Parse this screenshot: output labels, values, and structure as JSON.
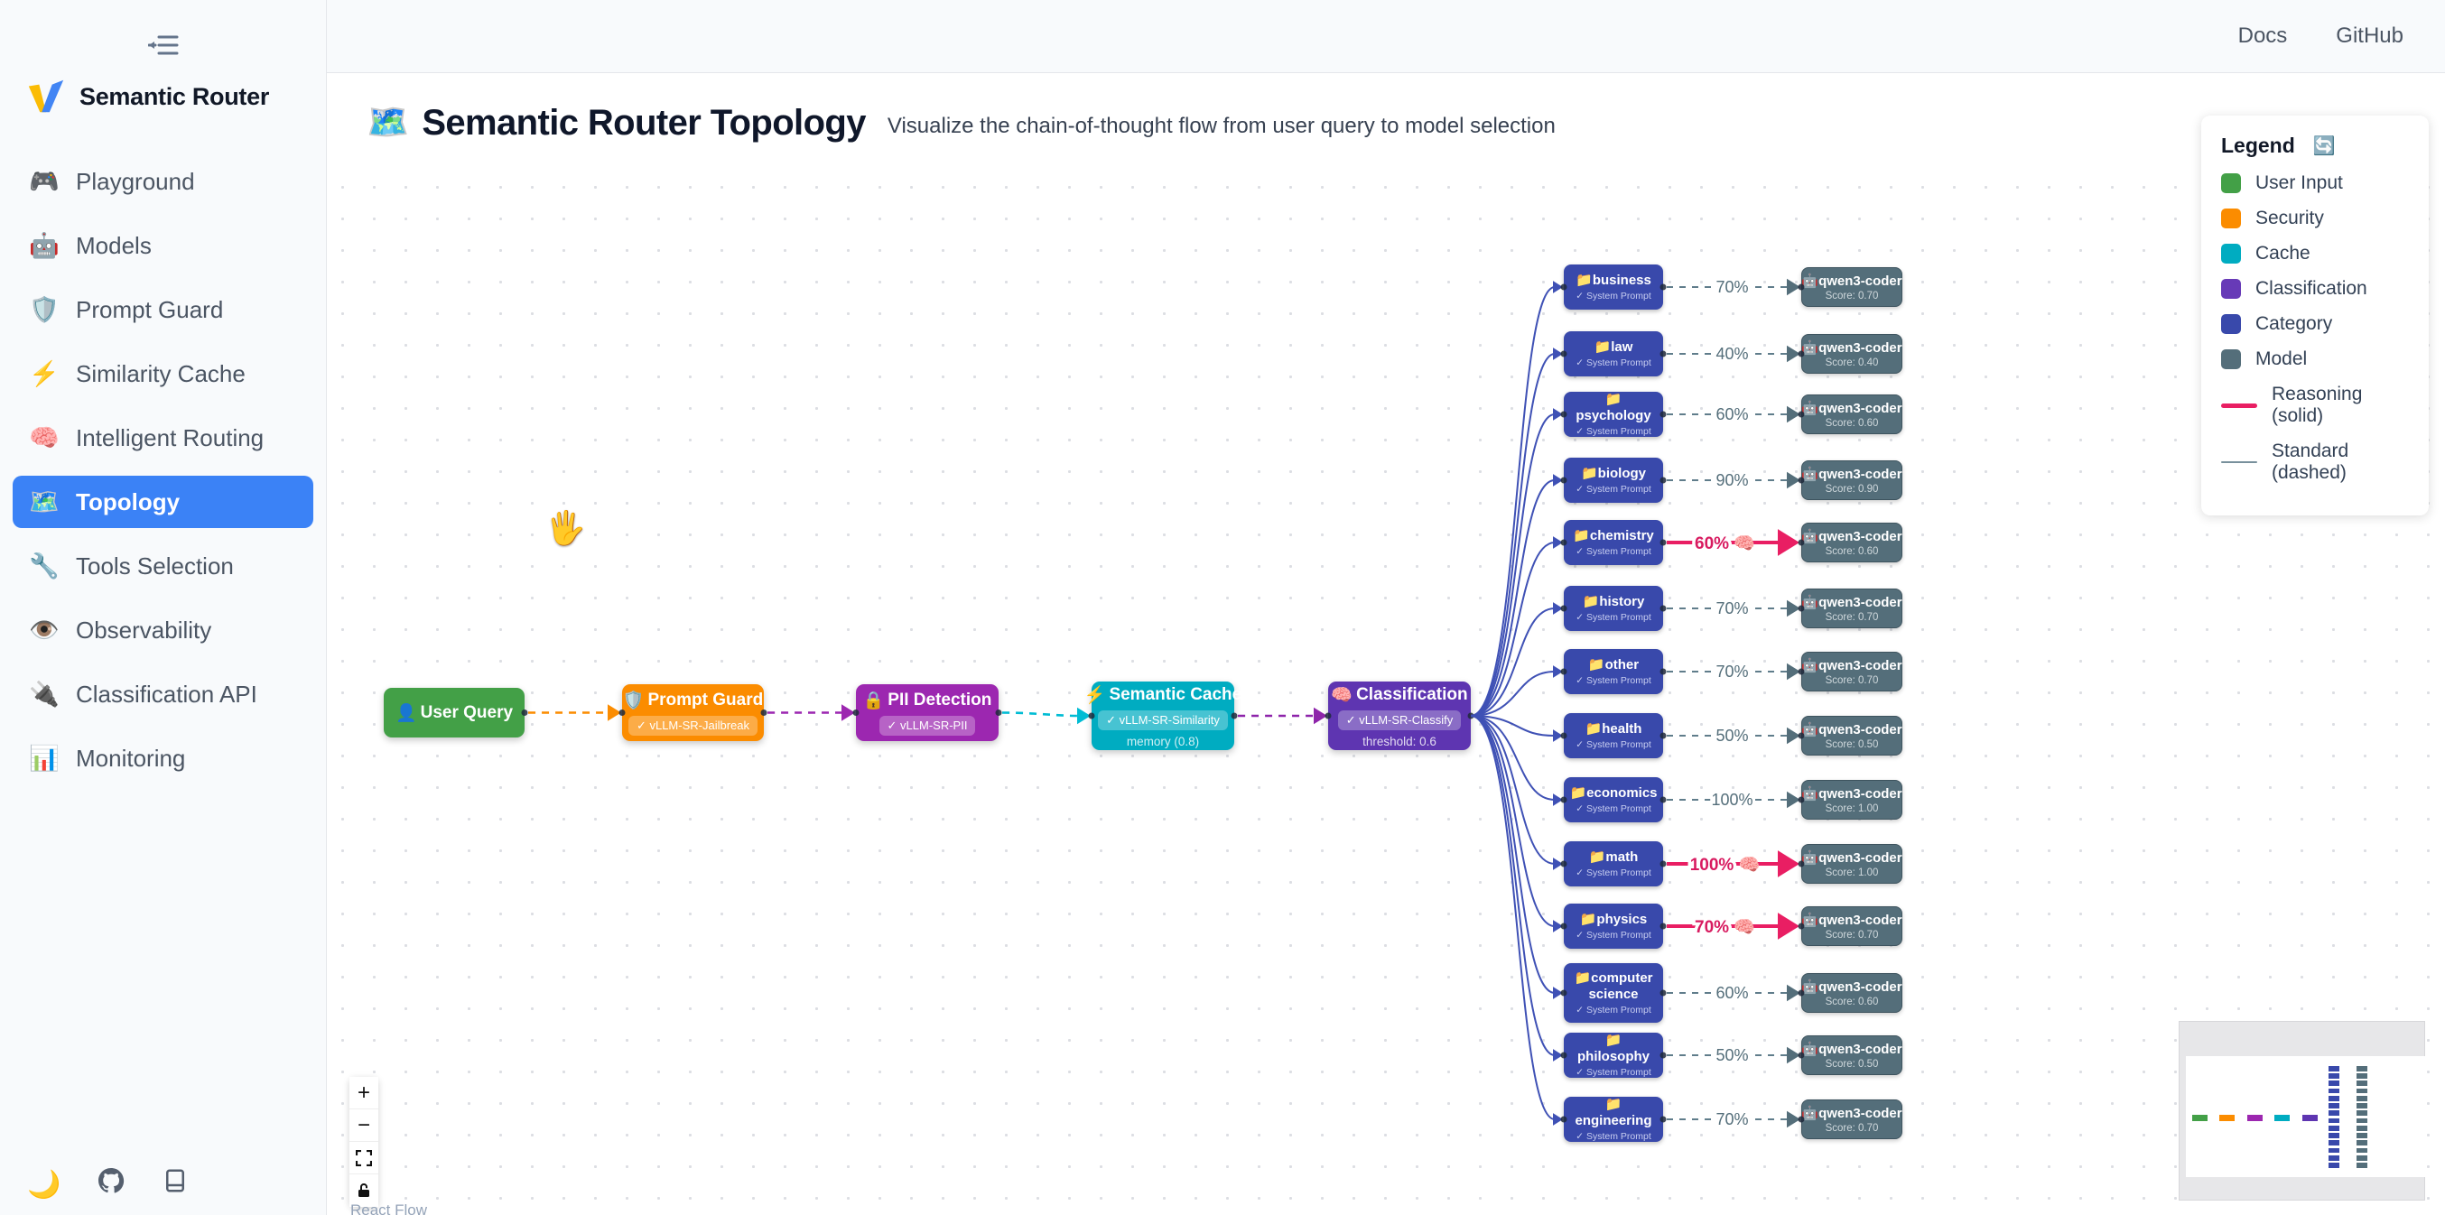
{
  "sidebar": {
    "collapse_icon": "collapse-sidebar",
    "logo_text": "Semantic Router",
    "items": [
      {
        "icon": "🎮",
        "label": "Playground",
        "active": false
      },
      {
        "icon": "🤖",
        "label": "Models",
        "active": false
      },
      {
        "icon": "🛡️",
        "label": "Prompt Guard",
        "active": false
      },
      {
        "icon": "⚡",
        "label": "Similarity Cache",
        "active": false
      },
      {
        "icon": "🧠",
        "label": "Intelligent Routing",
        "active": false
      },
      {
        "icon": "🗺️",
        "label": "Topology",
        "active": true
      },
      {
        "icon": "🔧",
        "label": "Tools Selection",
        "active": false
      },
      {
        "icon": "👁️",
        "label": "Observability",
        "active": false
      },
      {
        "icon": "🔌",
        "label": "Classification API",
        "active": false
      },
      {
        "icon": "📊",
        "label": "Monitoring",
        "active": false
      }
    ],
    "footer": {
      "theme_icon": "🌙"
    }
  },
  "header": {
    "links": [
      {
        "label": "Docs"
      },
      {
        "label": "GitHub"
      }
    ]
  },
  "page": {
    "icon": "🗺️",
    "title": "Semantic Router Topology",
    "subtitle": "Visualize the chain-of-thought flow from user query to model selection"
  },
  "legend": {
    "title": "Legend",
    "refresh_icon": "🔄",
    "items": [
      {
        "label": "User Input",
        "color": "#43a047"
      },
      {
        "label": "Security",
        "color": "#fb8c00"
      },
      {
        "label": "Cache",
        "color": "#00acc1"
      },
      {
        "label": "Classification",
        "color": "#673ab7"
      },
      {
        "label": "Category",
        "color": "#3949ab"
      },
      {
        "label": "Model",
        "color": "#546e7a"
      }
    ],
    "lines": [
      {
        "label": "Reasoning (solid)",
        "color": "#e91e63",
        "style": "solid"
      },
      {
        "label": "Standard (dashed)",
        "color": "#78909c",
        "style": "dashed"
      }
    ]
  },
  "flow": {
    "pipeline": [
      {
        "id": "user-query",
        "icon": "👤",
        "label": "User Query",
        "color": "#43a047"
      },
      {
        "id": "prompt-guard",
        "icon": "🛡️",
        "label": "Prompt Guard",
        "badge": "✓ vLLM-SR-Jailbreak",
        "color": "#fb8c00"
      },
      {
        "id": "pii-detection",
        "icon": "🔒",
        "label": "PII Detection",
        "badge": "✓ vLLM-SR-PII",
        "color": "#9c27b0"
      },
      {
        "id": "semantic-cache",
        "icon": "⚡",
        "label": "Semantic Cache",
        "badge": "✓ vLLM-SR-Similarity",
        "sub": "memory (0.8)",
        "color": "#00acc1"
      },
      {
        "id": "classification",
        "icon": "🧠",
        "label": "Classification",
        "badge": "✓ vLLM-SR-Classify",
        "sub": "threshold: 0.6",
        "color": "#5e35b1"
      }
    ],
    "chain_colors": [
      "#fb8c00",
      "#9c27b0",
      "#00bcd4",
      "#8e24aa"
    ],
    "category_icon": "📁",
    "category_sub": "✓ System Prompt",
    "category_color": "#3949ab",
    "model_icon": "🤖",
    "model_name": "qwen3-coder",
    "model_color": "#546e7a",
    "fan_color": "#3f51b5",
    "standard_color": "#607d8b",
    "reasoning_color": "#e91e63",
    "brain": "🧠",
    "categories": [
      {
        "name": "business",
        "pct": "70%",
        "score": "Score: 0.70",
        "reasoning": false
      },
      {
        "name": "law",
        "pct": "40%",
        "score": "Score: 0.40",
        "reasoning": false
      },
      {
        "name": "psychology",
        "pct": "60%",
        "score": "Score: 0.60",
        "reasoning": false
      },
      {
        "name": "biology",
        "pct": "90%",
        "score": "Score: 0.90",
        "reasoning": false
      },
      {
        "name": "chemistry",
        "pct": "60%",
        "score": "Score: 0.60",
        "reasoning": true
      },
      {
        "name": "history",
        "pct": "70%",
        "score": "Score: 0.70",
        "reasoning": false
      },
      {
        "name": "other",
        "pct": "70%",
        "score": "Score: 0.70",
        "reasoning": false
      },
      {
        "name": "health",
        "pct": "50%",
        "score": "Score: 0.50",
        "reasoning": false
      },
      {
        "name": "economics",
        "pct": "100%",
        "score": "Score: 1.00",
        "reasoning": false
      },
      {
        "name": "math",
        "pct": "100%",
        "score": "Score: 1.00",
        "reasoning": true
      },
      {
        "name": "physics",
        "pct": "70%",
        "score": "Score: 0.70",
        "reasoning": true
      },
      {
        "name": "computer science",
        "pct": "60%",
        "score": "Score: 0.60",
        "reasoning": false
      },
      {
        "name": "philosophy",
        "pct": "50%",
        "score": "Score: 0.50",
        "reasoning": false
      },
      {
        "name": "engineering",
        "pct": "70%",
        "score": "Score: 0.70",
        "reasoning": false
      }
    ],
    "controls": {
      "zoom_in": "+",
      "zoom_out": "−"
    },
    "attribution": "React Flow",
    "cursor_icon": "🖐"
  }
}
